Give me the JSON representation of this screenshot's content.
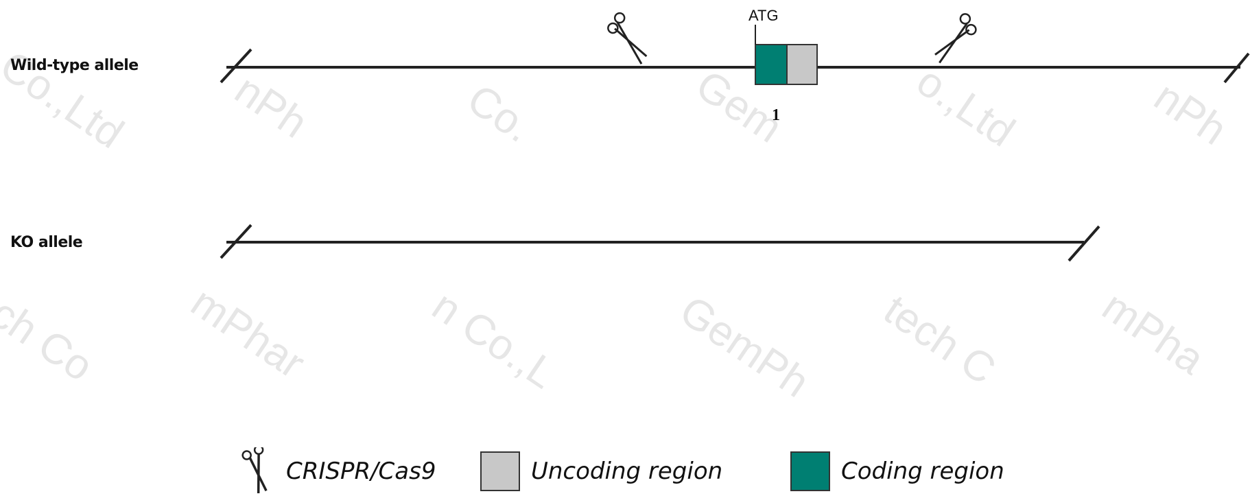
{
  "rows": {
    "wild_type_label": "Wild-type allele",
    "ko_label": "KO allele"
  },
  "gene": {
    "start_codon": "ATG",
    "exon_number": "1"
  },
  "legend": {
    "crispr_label": "CRISPR/Cas9",
    "uncoding_label": "Uncoding region",
    "coding_label": "Coding region"
  },
  "colors": {
    "coding": "#007f72",
    "uncoding": "#c8c8c8",
    "line": "#222222"
  },
  "watermark": {
    "text": "GemPharmatech Co.,Ltd"
  },
  "icons": [
    "scissors-icon"
  ]
}
